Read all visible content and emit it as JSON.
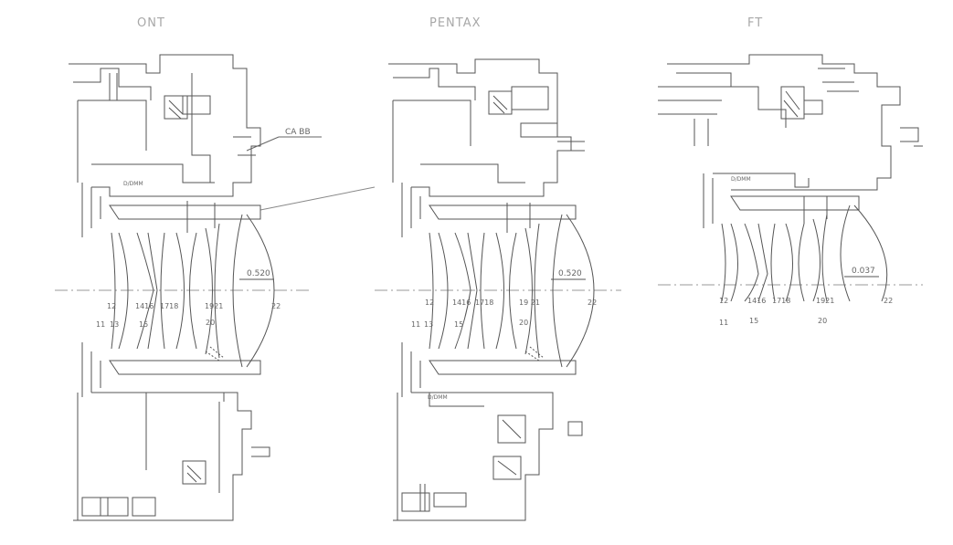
{
  "titles": {
    "left": "ONT",
    "middle": "PENTAX",
    "right": "FT"
  },
  "callout_label": "CA BB",
  "aperture_labels": {
    "left": "0.520",
    "middle": "0.520",
    "right": "0.037"
  },
  "diaphragm_label": "D/DMM",
  "left_element_numbers_top": [
    "12",
    "1416",
    "1718",
    "1921",
    "22"
  ],
  "left_element_numbers_bottom": [
    "11",
    "13",
    "15",
    "20"
  ],
  "middle_element_numbers_top": [
    "12",
    "1416",
    "1718",
    "19 21",
    "22"
  ],
  "middle_element_numbers_bottom": [
    "11",
    "13",
    "15",
    "20"
  ],
  "right_element_numbers_top": [
    "12",
    "1416",
    "1718",
    "1921",
    "22"
  ],
  "right_element_numbers_bottom": [
    "11",
    "15",
    "20"
  ]
}
